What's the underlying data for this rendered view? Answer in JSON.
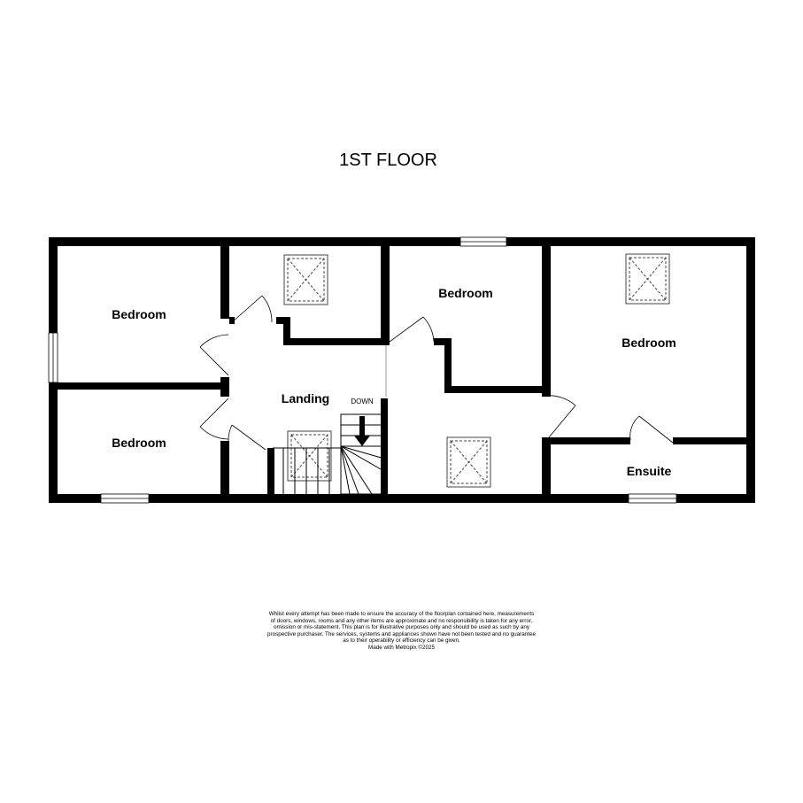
{
  "floor_title": "1ST FLOOR",
  "rooms": {
    "bedroom_top_left": "Bedroom",
    "bedroom_bottom_left": "Bedroom",
    "bedroom_middle": "Bedroom",
    "bedroom_right": "Bedroom",
    "landing": "Landing",
    "ensuite": "Ensuite"
  },
  "stairs_label": "DOWN",
  "disclaimer": {
    "lines": [
      "Whilst every attempt has been made to ensure the accuracy of the floorplan contained here, measurements",
      "of doors, windows, rooms and any other items are approximate and no responsibility is taken for any error,",
      "omission or mis-statement. This plan is for illustrative purposes only and should be used as such by any",
      "prospective purchaser. The services, systems and appliances shown have not been tested and no guarantee",
      "as to their operability or efficiency can be given."
    ],
    "credit": "Made with Metropix ©2025"
  }
}
